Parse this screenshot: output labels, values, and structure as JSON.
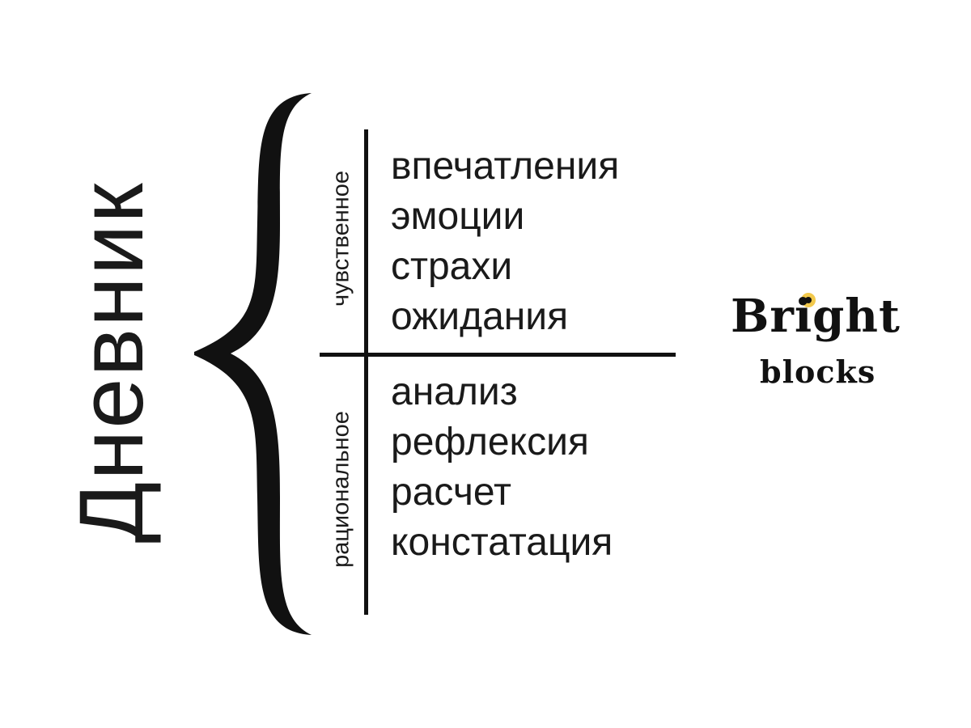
{
  "title": "Дневник",
  "sections": [
    {
      "label": "чувственное",
      "items": [
        "впечатления",
        "эмоции",
        "страхи",
        "ожидания"
      ]
    },
    {
      "label": "рациональное",
      "items": [
        "анализ",
        "рефлексия",
        "расчет",
        "констатация"
      ]
    }
  ],
  "logo": {
    "line1": "Bright",
    "line2": "blocks",
    "bulb_color": "#f2c94c"
  },
  "colors": {
    "text": "#1a1a1a",
    "background": "#ffffff"
  }
}
